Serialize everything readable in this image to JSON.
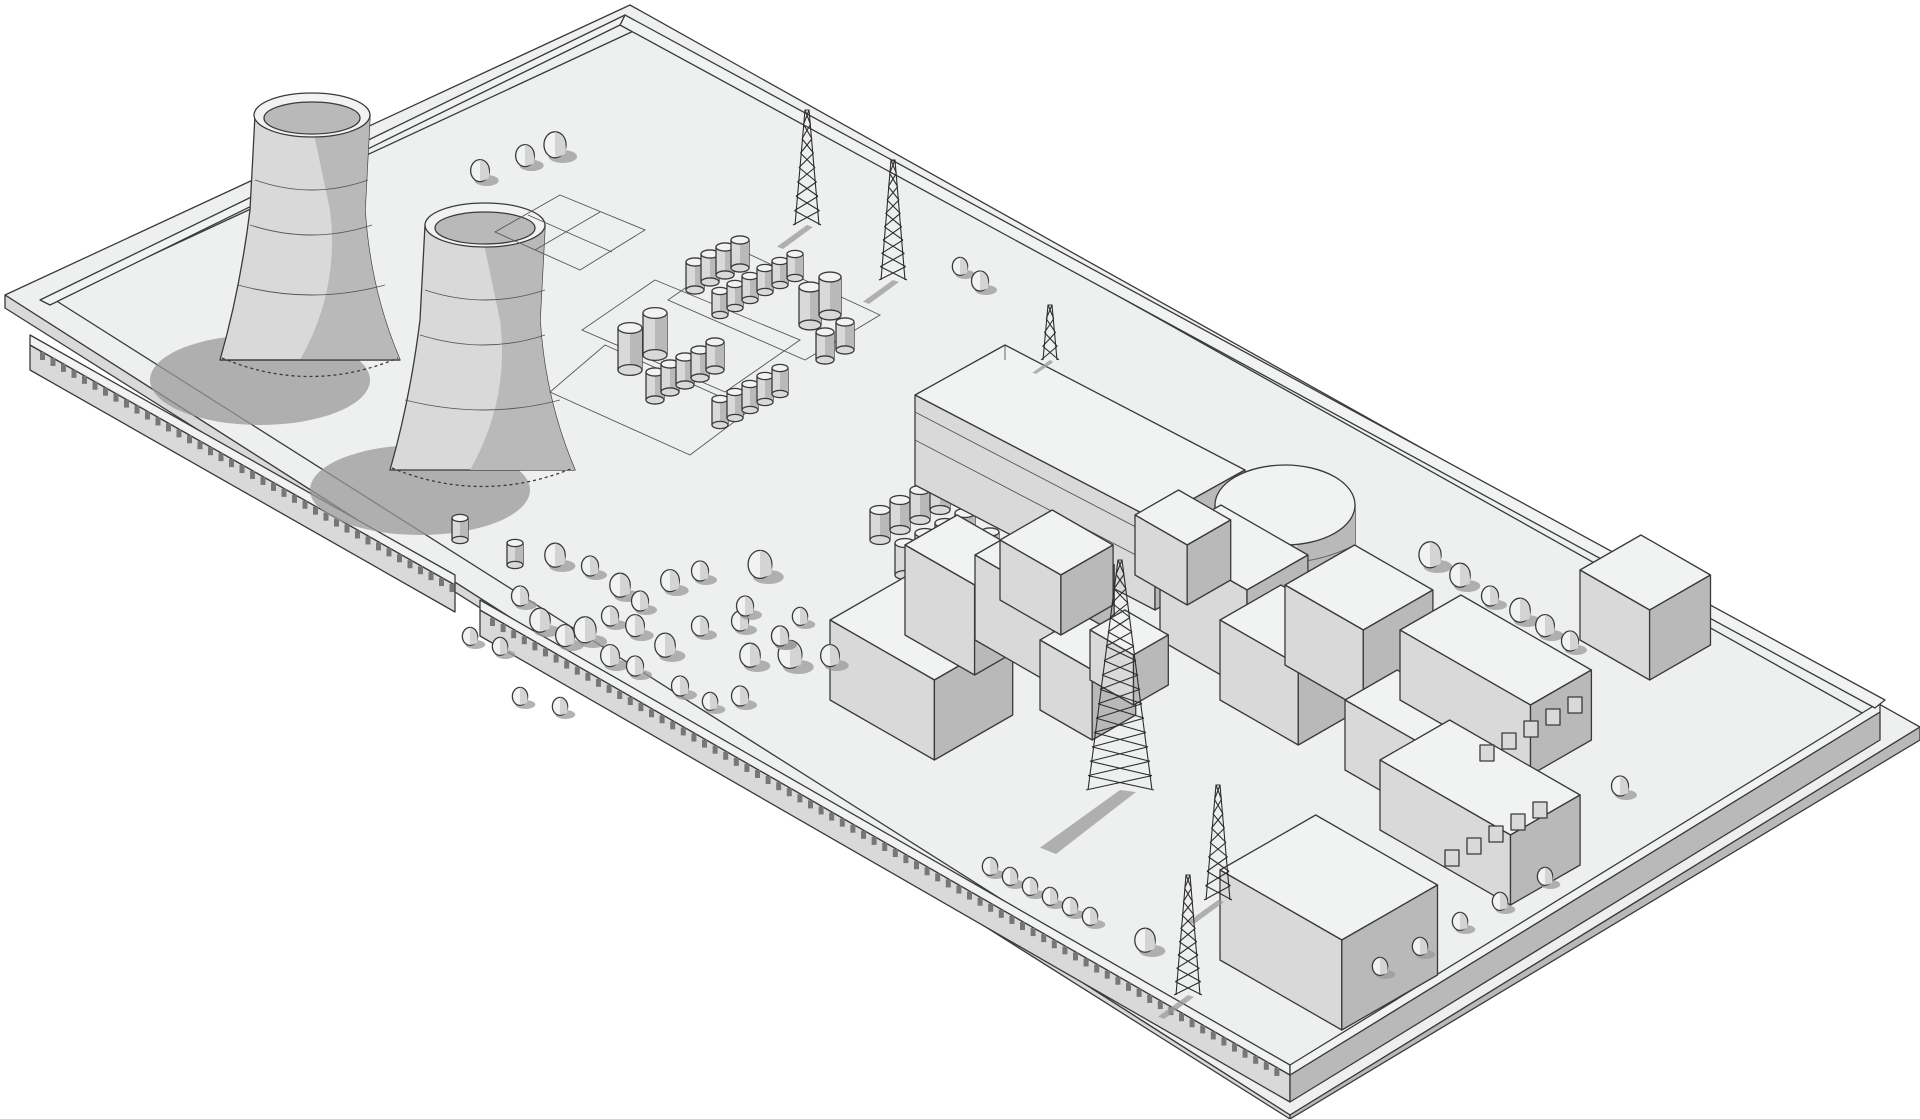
{
  "illustration": {
    "palette": {
      "background": "#ffffff",
      "ground": "#eef0f0",
      "face_light": "#f1f2f2",
      "face_mid": "#d9d9d9",
      "face_dark": "#b9b9b9",
      "shadow": "#9a9a9a",
      "outline": "#3a3a3a"
    },
    "counts": {
      "cooling_towers": 2,
      "reactor_domes": 1,
      "transmission_towers": 6
    }
  }
}
